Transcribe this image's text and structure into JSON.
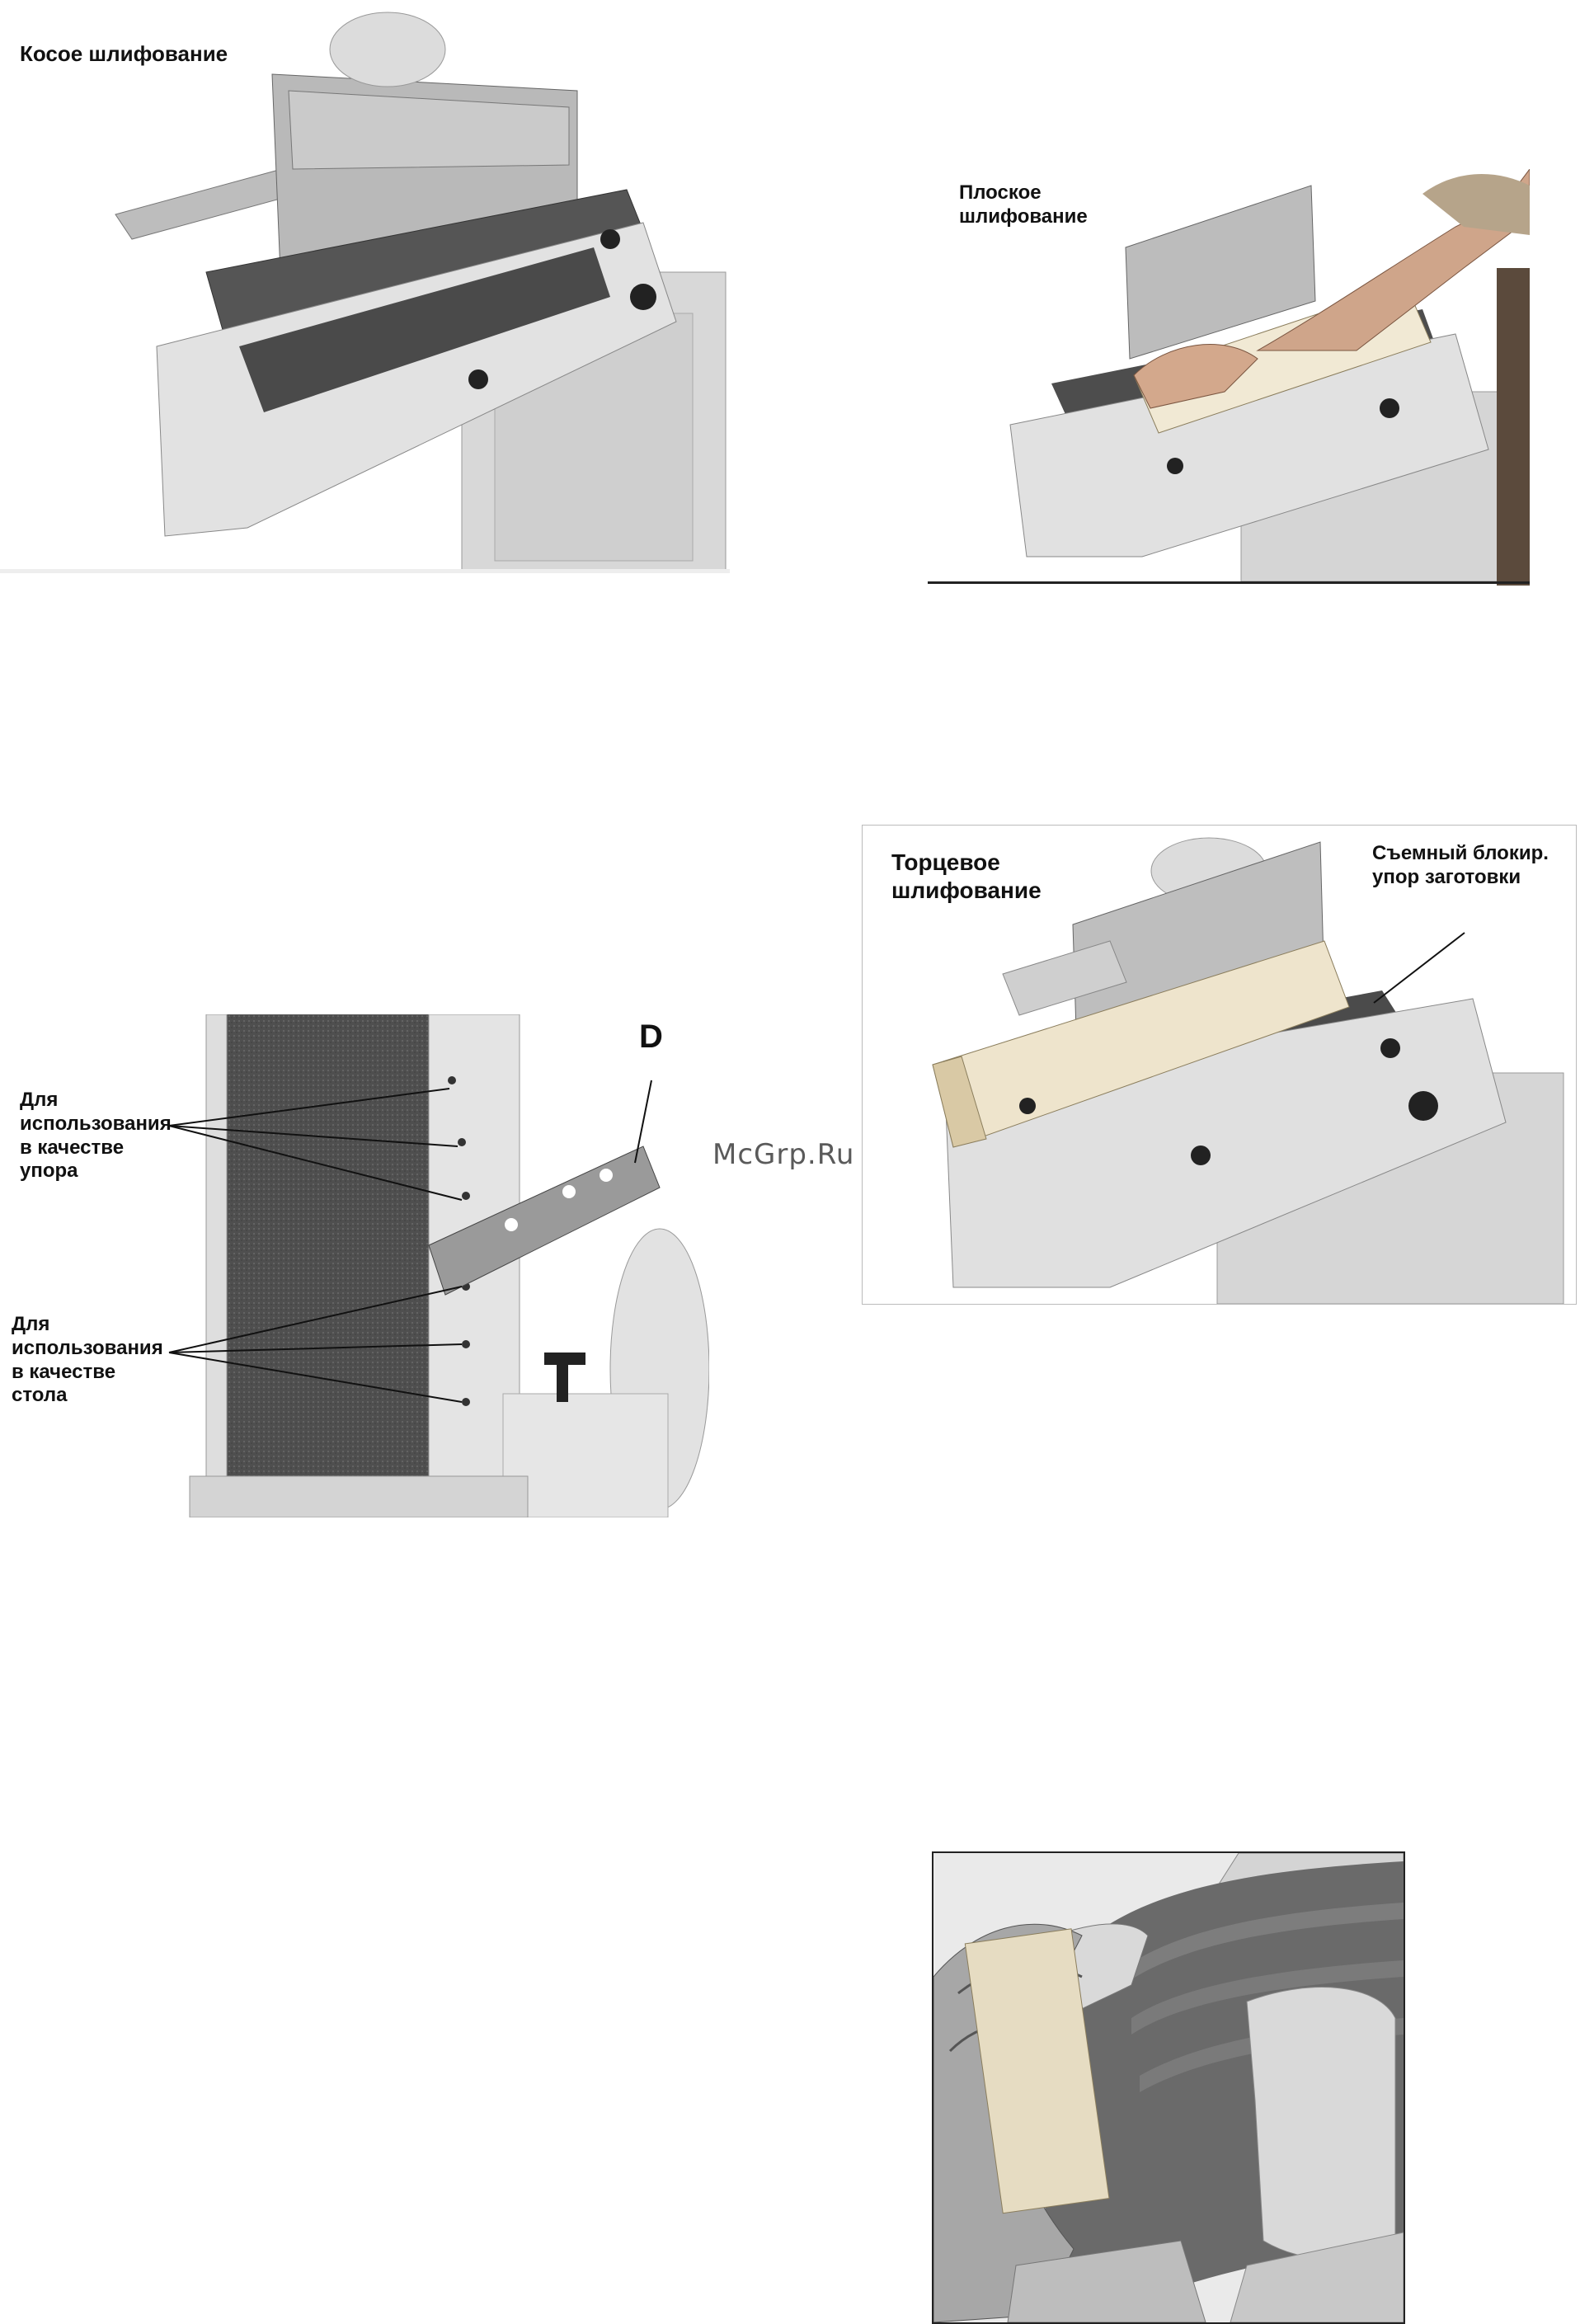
{
  "watermark": "McGrp.Ru",
  "figures": {
    "angle": {
      "label": "Косое шлифование"
    },
    "flat": {
      "label_lines": [
        "Плоское",
        "шлифование"
      ]
    },
    "end": {
      "label_lines": [
        "Торцевое",
        "шлифование"
      ],
      "stop_label_lines": [
        "Съемный блокир.",
        "упор заготовки"
      ]
    },
    "holes": {
      "part_letter": "D",
      "stop_use_lines": [
        "Для",
        "использования",
        "в качестве",
        "упора"
      ],
      "table_use_lines": [
        "Для",
        "использования",
        "в качестве",
        "стола"
      ]
    },
    "contour": {}
  }
}
